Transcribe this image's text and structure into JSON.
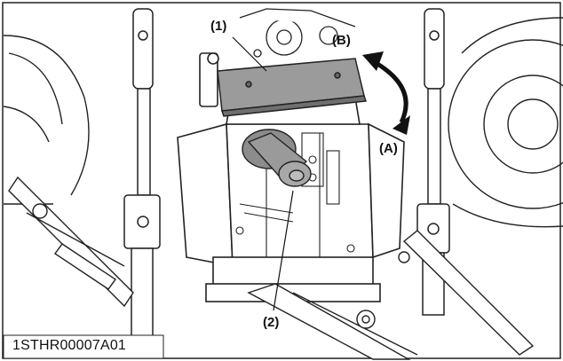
{
  "figure": {
    "callouts": {
      "part1": "(1)",
      "part2": "(2)",
      "dirA": "(A)",
      "dirB": "(B)"
    },
    "code": "1STHR00007A01"
  }
}
